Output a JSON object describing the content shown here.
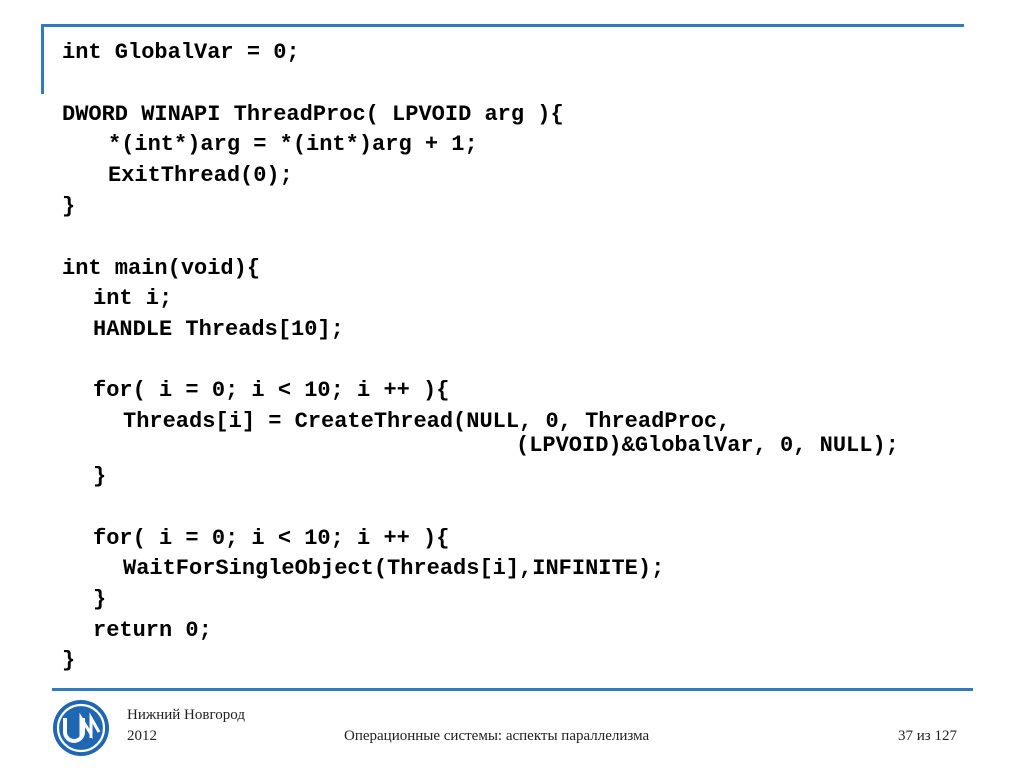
{
  "slide": {
    "code_lines": [
      "int GlobalVar = 0;",
      "DWORD WINAPI ThreadProc( LPVOID arg ){",
      "*(int*)arg = *(int*)arg + 1;",
      "ExitThread(0);",
      "}",
      "int main(void){",
      "int i;",
      "HANDLE Threads[10];",
      "for( i = 0; i < 10; i ++ ){",
      "Threads[i] = CreateThread(NULL, 0, ThreadProc,",
      "(LPVOID)&GlobalVar, 0, NULL);",
      "}",
      "for( i = 0; i < 10; i ++ ){",
      "WaitForSingleObject(Threads[i],INFINITE);",
      "}",
      "return 0;",
      "}"
    ]
  },
  "footer": {
    "city": "Нижний Новгород",
    "year": "2012",
    "course": "Операционные системы: аспекты параллелизма",
    "page": "37 из 127",
    "logo_text": "UNN"
  },
  "colors": {
    "accent": "#2f7bbf",
    "logo_blue": "#1f67b2"
  }
}
